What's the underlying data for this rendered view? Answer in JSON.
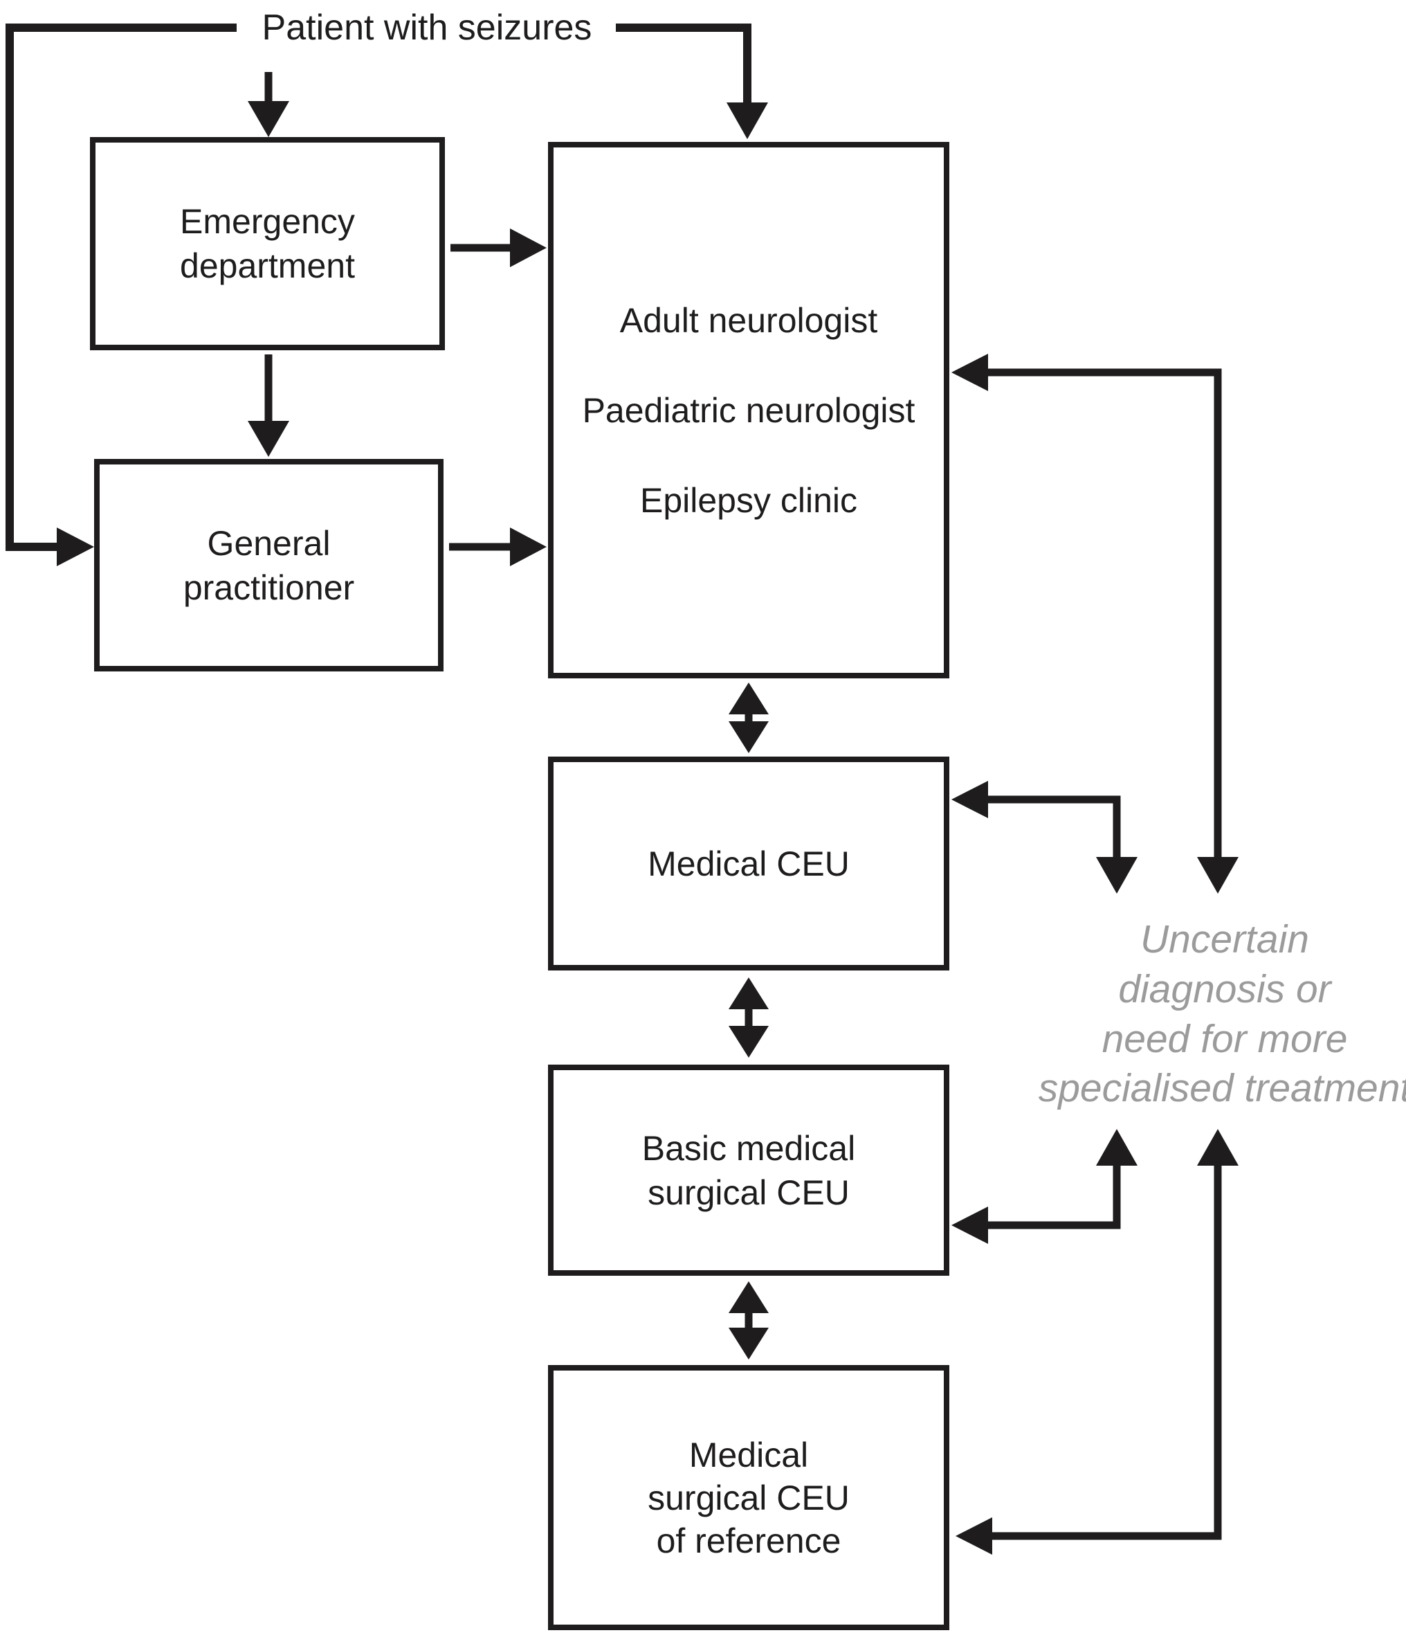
{
  "title": "Patient with seizures",
  "boxes": {
    "emergency": {
      "line1": "Emergency",
      "line2": "department"
    },
    "gp": {
      "line1": "General",
      "line2": "practitioner"
    },
    "neurologist": {
      "line1": "Adult neurologist",
      "line2": "Paediatric neurologist",
      "line3": "Epilepsy clinic"
    },
    "medical_ceu": {
      "label": "Medical CEU"
    },
    "basic_ceu": {
      "line1": "Basic medical",
      "line2": "surgical CEU"
    },
    "reference_ceu": {
      "line1": "Medical",
      "line2": "surgical CEU",
      "line3": "of reference"
    }
  },
  "note": {
    "line1": "Uncertain",
    "line2": "diagnosis or",
    "line3": "need for more",
    "line4": "specialised treatment"
  },
  "colors": {
    "ink": "#1e1c1d",
    "note_gray": "#9b9b9b",
    "background": "#ffffff"
  }
}
